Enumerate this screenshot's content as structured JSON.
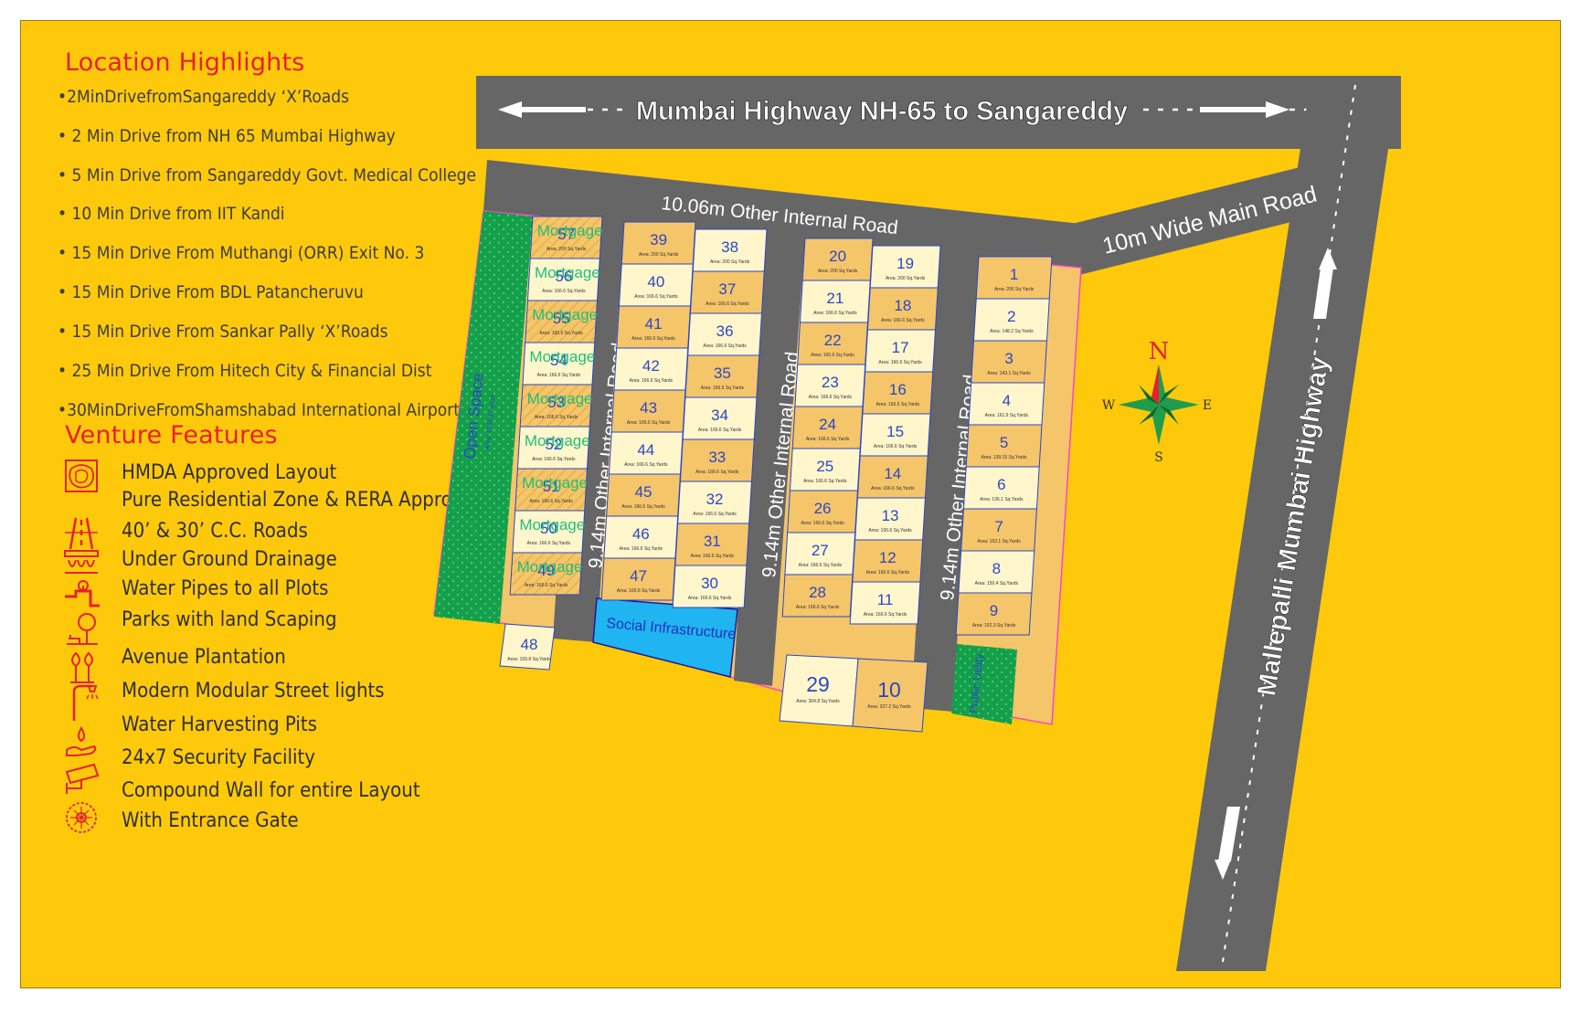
{
  "location_highlights": {
    "title": "Location Highlights",
    "items": [
      "•2MinDrivefromSangareddy ‘X’Roads",
      "• 2 Min Drive from NH 65 Mumbai Highway",
      "• 5 Min Drive from Sangareddy Govt. Medical College",
      "• 10 Min Drive from IIT Kandi",
      "• 15 Min Drive From Muthangi (ORR) Exit No. 3",
      "• 15 Min Drive From BDL Patancheruvu",
      "• 15 Min Drive From Sankar Pally ‘X’Roads",
      "• 25 Min Drive From Hitech City & Financial Dist",
      "•30MinDriveFromShamshabad International Airport"
    ]
  },
  "venture_features": {
    "title": "Venture Features",
    "items": [
      {
        "icon": "layout-approval-icon",
        "label": "HMDA Approved Layout"
      },
      {
        "icon": "",
        "label": "Pure Residential Zone & RERA Approved"
      },
      {
        "icon": "road-icon",
        "label": "40’ & 30’ C.C. Roads"
      },
      {
        "icon": "drainage-icon",
        "label": "Under Ground Drainage"
      },
      {
        "icon": "water-pipe-icon",
        "label": "Water Pipes to all Plots"
      },
      {
        "icon": "park-icon",
        "label": "Parks with land Scaping"
      },
      {
        "icon": "plantation-icon",
        "label": "Avenue Plantation"
      },
      {
        "icon": "street-light-icon",
        "label": "Modern Modular Street lights"
      },
      {
        "icon": "water-harvesting-icon",
        "label": "Water Harvesting Pits"
      },
      {
        "icon": "security-camera-icon",
        "label": "24x7 Security Facility"
      },
      {
        "icon": "compound-wall-icon",
        "label": "Compound Wall for entire Layout"
      },
      {
        "icon": "",
        "label": "With Entrance Gate"
      }
    ]
  },
  "roads": {
    "highway_top": "Mumbai Highway NH-65 to Sangareddy",
    "internal_top": "10.06m Other Internal Road",
    "main_road": "10m Wide Main Road",
    "highway_right": "Mallepalli Mumbai Highway",
    "internal_1": "9.14m Other Internal Road",
    "internal_2": "9.14m Other Internal Road",
    "internal_3": "9.14m Other Internal Road"
  },
  "zones": {
    "open_space": "Open Space",
    "open_space_area": "Area: 1042.67 sq.m",
    "social_infra": "Social Infrastructure",
    "public_utility": "Public Utility"
  },
  "compass": {
    "n": "N",
    "s": "S",
    "e": "E",
    "w": "W"
  },
  "mortgage_label": "Mortgage",
  "plots": {
    "p1": {
      "num": "1",
      "area": "Area: 206 Sq.Yards"
    },
    "p2": {
      "num": "2",
      "area": "Area: 148.2 Sq.Yards"
    },
    "p3": {
      "num": "3",
      "area": "Area: 143.1 Sq.Yards"
    },
    "p4": {
      "num": "4",
      "area": "Area: 161.9 Sq.Yards"
    },
    "p5": {
      "num": "5",
      "area": "Area: 139.15 Sq.Yards"
    },
    "p6": {
      "num": "6",
      "area": "Area: 136.1 Sq.Yards"
    },
    "p7": {
      "num": "7",
      "area": "Area: 153.1 Sq.Yards"
    },
    "p8": {
      "num": "8",
      "area": "Area: 150.4 Sq.Yards"
    },
    "p9": {
      "num": "9",
      "area": "Area: 152.3 Sq.Yards"
    },
    "p10": {
      "num": "10",
      "area": "Area: 327.2 Sq.Yards"
    },
    "p11": {
      "num": "11",
      "area": "Area: 166.6 Sq.Yards"
    },
    "p12": {
      "num": "12",
      "area": "Area: 166.6 Sq.Yards"
    },
    "p13": {
      "num": "13",
      "area": "Area: 166.6 Sq.Yards"
    },
    "p14": {
      "num": "14",
      "area": "Area: 166.6 Sq.Yards"
    },
    "p15": {
      "num": "15",
      "area": "Area: 166.6 Sq.Yards"
    },
    "p16": {
      "num": "16",
      "area": "Area: 166.6 Sq.Yards"
    },
    "p17": {
      "num": "17",
      "area": "Area: 166.6 Sq.Yards"
    },
    "p18": {
      "num": "18",
      "area": "Area: 166.6 Sq.Yards"
    },
    "p19": {
      "num": "19",
      "area": "Area: 200 Sq.Yards"
    },
    "p20": {
      "num": "20",
      "area": "Area: 200 Sq.Yards"
    },
    "p21": {
      "num": "21",
      "area": "Area: 166.6 Sq.Yards"
    },
    "p22": {
      "num": "22",
      "area": "Area: 166.6 Sq.Yards"
    },
    "p23": {
      "num": "23",
      "area": "Area: 166.6 Sq.Yards"
    },
    "p24": {
      "num": "24",
      "area": "Area: 166.6 Sq.Yards"
    },
    "p25": {
      "num": "25",
      "area": "Area: 166.6 Sq.Yards"
    },
    "p26": {
      "num": "26",
      "area": "Area: 166.6 Sq.Yards"
    },
    "p27": {
      "num": "27",
      "area": "Area: 166.6 Sq.Yards"
    },
    "p28": {
      "num": "28",
      "area": "Area: 166.6 Sq.Yards"
    },
    "p29": {
      "num": "29",
      "area": "Area: 304.8 Sq.Yards"
    },
    "p30": {
      "num": "30",
      "area": "Area: 166.6 Sq.Yards"
    },
    "p31": {
      "num": "31",
      "area": "Area: 166.6 Sq.Yards"
    },
    "p32": {
      "num": "32",
      "area": "Area: 166.6 Sq.Yards"
    },
    "p33": {
      "num": "33",
      "area": "Area: 166.6 Sq.Yards"
    },
    "p34": {
      "num": "34",
      "area": "Area: 166.6 Sq.Yards"
    },
    "p35": {
      "num": "35",
      "area": "Area: 166.6 Sq.Yards"
    },
    "p36": {
      "num": "36",
      "area": "Area: 166.6 Sq.Yards"
    },
    "p37": {
      "num": "37",
      "area": "Area: 166.6 Sq.Yards"
    },
    "p38": {
      "num": "38",
      "area": "Area: 200 Sq.Yards"
    },
    "p39": {
      "num": "39",
      "area": "Area: 200 Sq.Yards"
    },
    "p40": {
      "num": "40",
      "area": "Area: 166.6 Sq.Yards"
    },
    "p41": {
      "num": "41",
      "area": "Area: 166.6 Sq.Yards"
    },
    "p42": {
      "num": "42",
      "area": "Area: 166.6 Sq.Yards"
    },
    "p43": {
      "num": "43",
      "area": "Area: 166.6 Sq.Yards"
    },
    "p44": {
      "num": "44",
      "area": "Area: 166.6 Sq.Yards"
    },
    "p45": {
      "num": "45",
      "area": "Area: 166.6 Sq.Yards"
    },
    "p46": {
      "num": "46",
      "area": "Area: 166.6 Sq.Yards"
    },
    "p47": {
      "num": "47",
      "area": "Area: 166.6 Sq.Yards"
    },
    "p48": {
      "num": "48",
      "area": "Area: 159.8 Sq.Yards"
    },
    "p49": {
      "num": "49",
      "area": "Area: 166.6 Sq.Yards"
    },
    "p50": {
      "num": "50",
      "area": "Area: 166.6 Sq.Yards"
    },
    "p51": {
      "num": "51",
      "area": "Area: 166.6 Sq.Yards"
    },
    "p52": {
      "num": "52",
      "area": "Area: 166.6 Sq.Yards"
    },
    "p53": {
      "num": "53",
      "area": "Area: 166.6 Sq.Yards"
    },
    "p54": {
      "num": "54",
      "area": "Area: 166.6 Sq.Yards"
    },
    "p55": {
      "num": "55",
      "area": "Area: 166.6 Sq.Yards"
    },
    "p56": {
      "num": "56",
      "area": "Area: 166.6 Sq.Yards"
    },
    "p57": {
      "num": "57",
      "area": "Area: 200 Sq.Yards"
    }
  },
  "colors": {
    "background": "#ffc90b",
    "road": "#666666",
    "plot_light": "#fff6cc",
    "plot_tan": "#f5c56a",
    "open_space": "#14a04a",
    "social_infra": "#20b4f0",
    "accent_red": "#e8202a",
    "plot_number": "#2948c7"
  }
}
